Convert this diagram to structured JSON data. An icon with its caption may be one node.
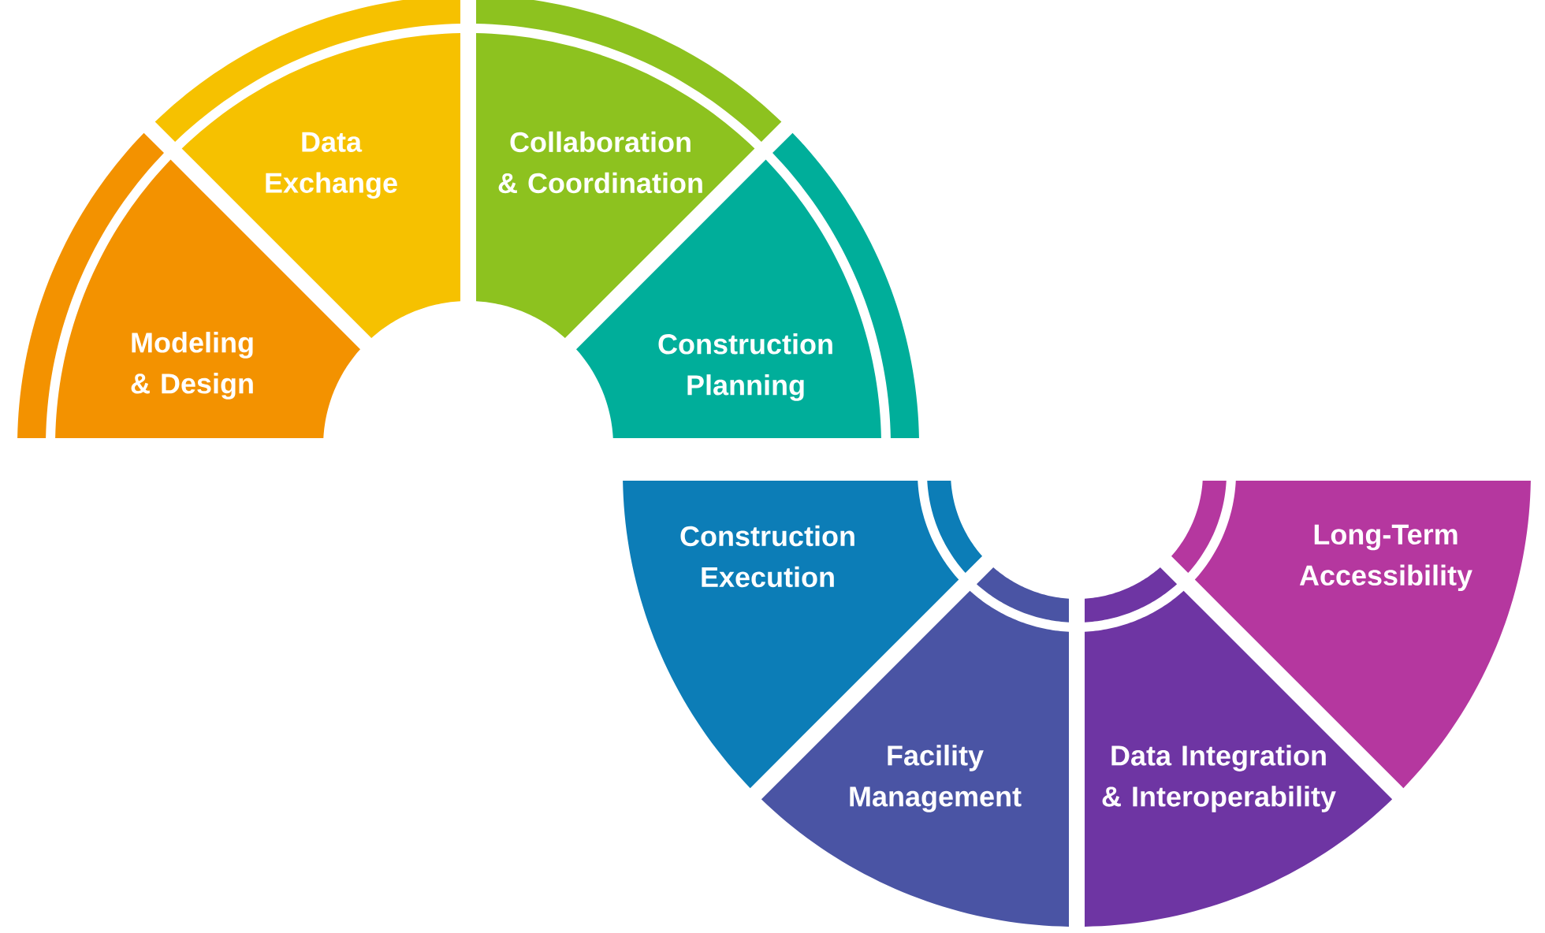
{
  "diagram": {
    "nodes": [
      {
        "text": [
          "Modeling & Design"
        ]
      },
      {
        "text": [
          "Data Exchange"
        ]
      },
      {
        "text": [
          "Collaboration & Coordination"
        ]
      },
      {
        "text": [
          "Construction Planning"
        ]
      },
      {
        "text": [
          "Construction Execution"
        ]
      },
      {
        "text": [
          "Facility Management"
        ]
      },
      {
        "text": [
          "Data Integration & Interoperability"
        ]
      },
      {
        "text": [
          "Long-Term Accessibility"
        ]
      }
    ]
  }
}
